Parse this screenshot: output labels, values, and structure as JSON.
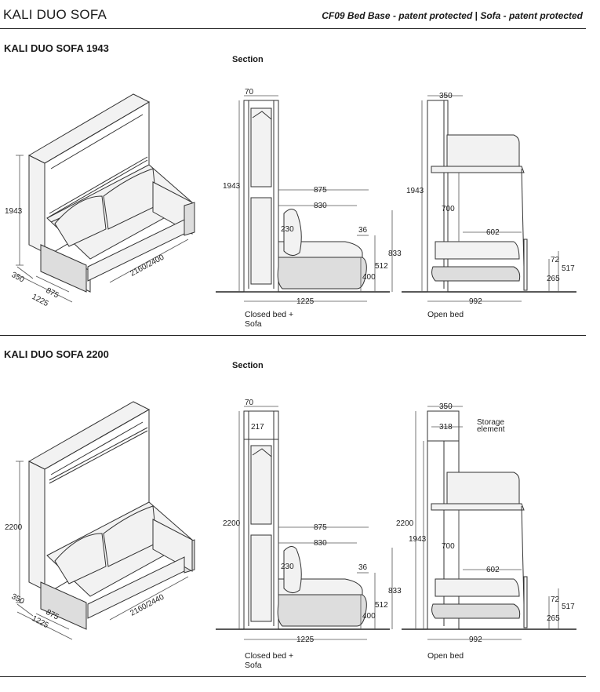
{
  "header": {
    "title": "KALI DUO SOFA",
    "patent_line_a": "CF09 Bed Base - patent protected",
    "patent_sep": " | ",
    "patent_line_b": "Sofa",
    "patent_line_c": " - patent protected"
  },
  "sections": [
    {
      "title": "KALI DUO SOFA 1943",
      "section_label": "Section",
      "closed_caption": "Closed bed +\nSofa",
      "open_caption": "Open bed",
      "iso": {
        "height": "1943",
        "depth": "350",
        "d875": "875",
        "d1225": "1225",
        "width": "2160/2400"
      },
      "closed": {
        "top": "70",
        "height": "1943",
        "d875": "875",
        "d830": "830",
        "a230": "230",
        "s36": "36",
        "h833": "833",
        "h512": "512",
        "h400": "400",
        "w1225": "1225"
      },
      "open": {
        "top": "350",
        "height": "1943",
        "h700": "700",
        "d602": "602",
        "h72": "72",
        "h517": "517",
        "h265": "265",
        "w992": "992"
      }
    },
    {
      "title": "KALI DUO SOFA 2200",
      "section_label": "Section",
      "closed_caption": "Closed bed +\nSofa",
      "open_caption": "Open bed",
      "iso": {
        "height": "2200",
        "depth": "350",
        "d875": "875",
        "d1225": "1225",
        "width": "2160/2440"
      },
      "closed": {
        "top": "70",
        "t217": "217",
        "height": "2200",
        "d875": "875",
        "d830": "830",
        "a230": "230",
        "s36": "36",
        "h833": "833",
        "h512": "512",
        "h400": "400",
        "w1225": "1225"
      },
      "open": {
        "top": "350",
        "t318": "318",
        "storage": "Storage\nelement",
        "height": "2200",
        "h1943": "1943",
        "h700": "700",
        "d602": "602",
        "h72": "72",
        "h517": "517",
        "h265": "265",
        "w992": "992"
      }
    }
  ]
}
